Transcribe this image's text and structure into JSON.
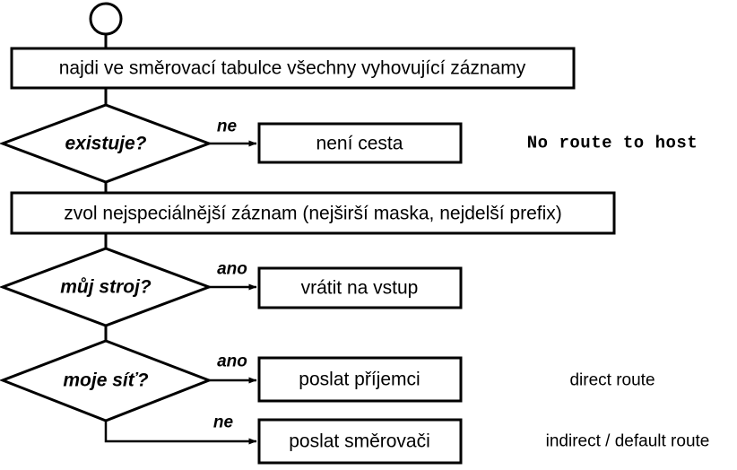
{
  "diagram": {
    "title": "IP routing decision flowchart",
    "language": "cs",
    "stroke_color": "#000000",
    "fill_color": "#ffffff",
    "text_color": "#000000",
    "nodes": {
      "start": {
        "shape": "circle",
        "label": ""
      },
      "lookup": {
        "shape": "process",
        "label": "najdi ve směrovací tabulce všechny vyhovující záznamy"
      },
      "exists": {
        "shape": "decision",
        "label": "existuje?"
      },
      "no_route": {
        "shape": "process",
        "label": "není cesta"
      },
      "select": {
        "shape": "process",
        "label": "zvol nejspeciálnější záznam (nejširší maska, nejdelší prefix)"
      },
      "my_host": {
        "shape": "decision",
        "label": "můj stroj?"
      },
      "return_input": {
        "shape": "process",
        "label": "vrátit na vstup"
      },
      "my_net": {
        "shape": "decision",
        "label": "moje síť?"
      },
      "send_receiver": {
        "shape": "process",
        "label": "poslat příjemci"
      },
      "send_router": {
        "shape": "process",
        "label": "poslat směrovači"
      }
    },
    "edge_labels": {
      "exists_no": "ne",
      "my_host_yes": "ano",
      "my_net_yes": "ano",
      "my_net_no": "ne"
    },
    "annotations": {
      "no_route_to_host": "No route to host",
      "direct_route": "direct route",
      "indirect_default_route": "indirect / default route"
    }
  }
}
